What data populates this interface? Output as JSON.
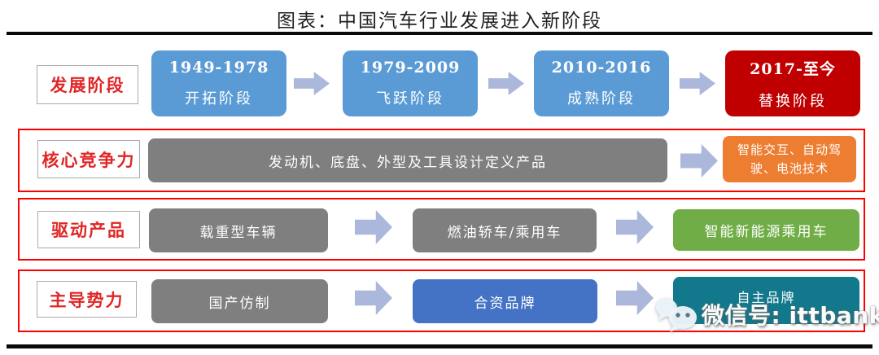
{
  "title": "图表：中国汽车行业发展进入新阶段",
  "colors": {
    "stage_blue": "#5B9BD5",
    "stage_red": "#C00000",
    "gray": "#7F7F7F",
    "orange": "#ED7D31",
    "green": "#70AD47",
    "joint_blue": "#4472C4",
    "teal": "#12788C",
    "arrow": "#ACB8DB",
    "frame_red": "#FF0000",
    "label_red": "#E02626"
  },
  "rows": {
    "stages": {
      "label": "发展阶段",
      "items": [
        {
          "period": "1949-1978",
          "name": "开拓阶段"
        },
        {
          "period": "1979-2009",
          "name": "飞跃阶段"
        },
        {
          "period": "2010-2016",
          "name": "成熟阶段"
        },
        {
          "period": "2017-至今",
          "name": "替换阶段"
        }
      ]
    },
    "competitiveness": {
      "label": "核心竞争力",
      "items": [
        {
          "text": "发动机、底盘、外型及工具设计定义产品"
        },
        {
          "text": "智能交互、自动驾驶、电池技术"
        }
      ]
    },
    "products": {
      "label": "驱动产品",
      "items": [
        {
          "text": "载重型车辆"
        },
        {
          "text": "燃油轿车/乘用车"
        },
        {
          "text": "智能新能源乘用车"
        }
      ]
    },
    "forces": {
      "label": "主导势力",
      "items": [
        {
          "text": "国产仿制"
        },
        {
          "text": "合资品牌"
        },
        {
          "text": "自主品牌"
        }
      ]
    }
  },
  "watermark": {
    "icon": "wechat-icon",
    "text": "微信号: ittbank"
  }
}
